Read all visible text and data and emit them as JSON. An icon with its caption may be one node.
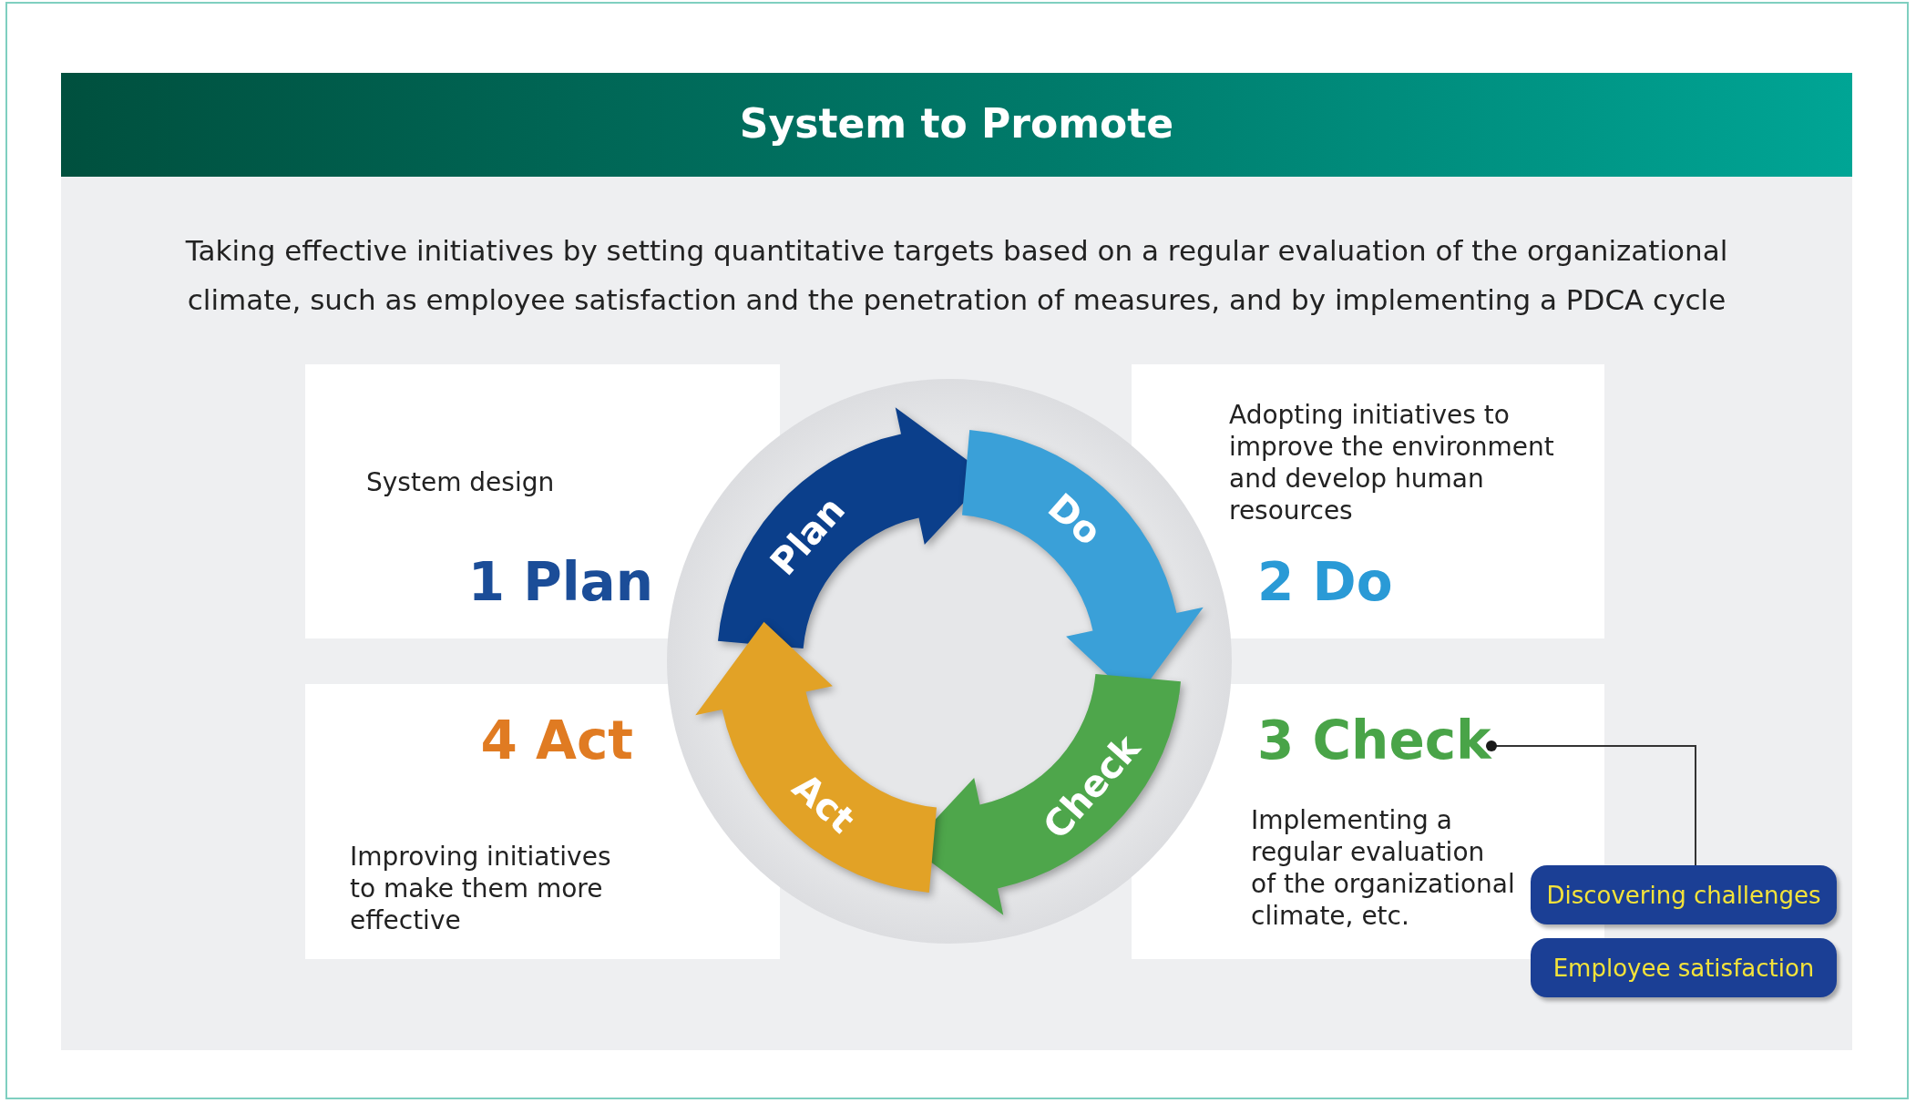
{
  "diagram": {
    "title": "System to Promote",
    "nodes": [
      {
        "text": [
          "System design",
          "1 Plan"
        ]
      },
      {
        "text": [
          "Adopting initiatives to improve the environment and develop human resources",
          "2 Do"
        ]
      },
      {
        "text": [
          "3 Check",
          "Implementing a regular evaluation of the organizational climate, etc."
        ]
      },
      {
        "text": [
          "4 Act",
          "Improving initiatives to make them more effective"
        ]
      },
      {
        "text": [
          "Discovering challenges"
        ]
      },
      {
        "text": [
          "Employee satisfaction"
        ]
      }
    ],
    "edges": [
      {
        "from": 0,
        "to": 1,
        "arrow": "to",
        "label": "Plan",
        "color": "#0b3f8b"
      },
      {
        "from": 1,
        "to": 2,
        "arrow": "to",
        "label": "Do",
        "color": "#3aa0d8"
      },
      {
        "from": 2,
        "to": 3,
        "arrow": "to",
        "label": "Check",
        "color": "#4ea64b"
      },
      {
        "from": 3,
        "to": 0,
        "arrow": "to",
        "label": "Act",
        "color": "#e2a226"
      },
      {
        "from": 2,
        "to": 4,
        "arrow": "other"
      }
    ],
    "labels": [
      "Taking effective initiatives by setting quantitative targets based on a regular evaluation of the organizational climate, such as employee satisfaction and the penetration of measures, and by implementing a PDCA cycle"
    ]
  }
}
